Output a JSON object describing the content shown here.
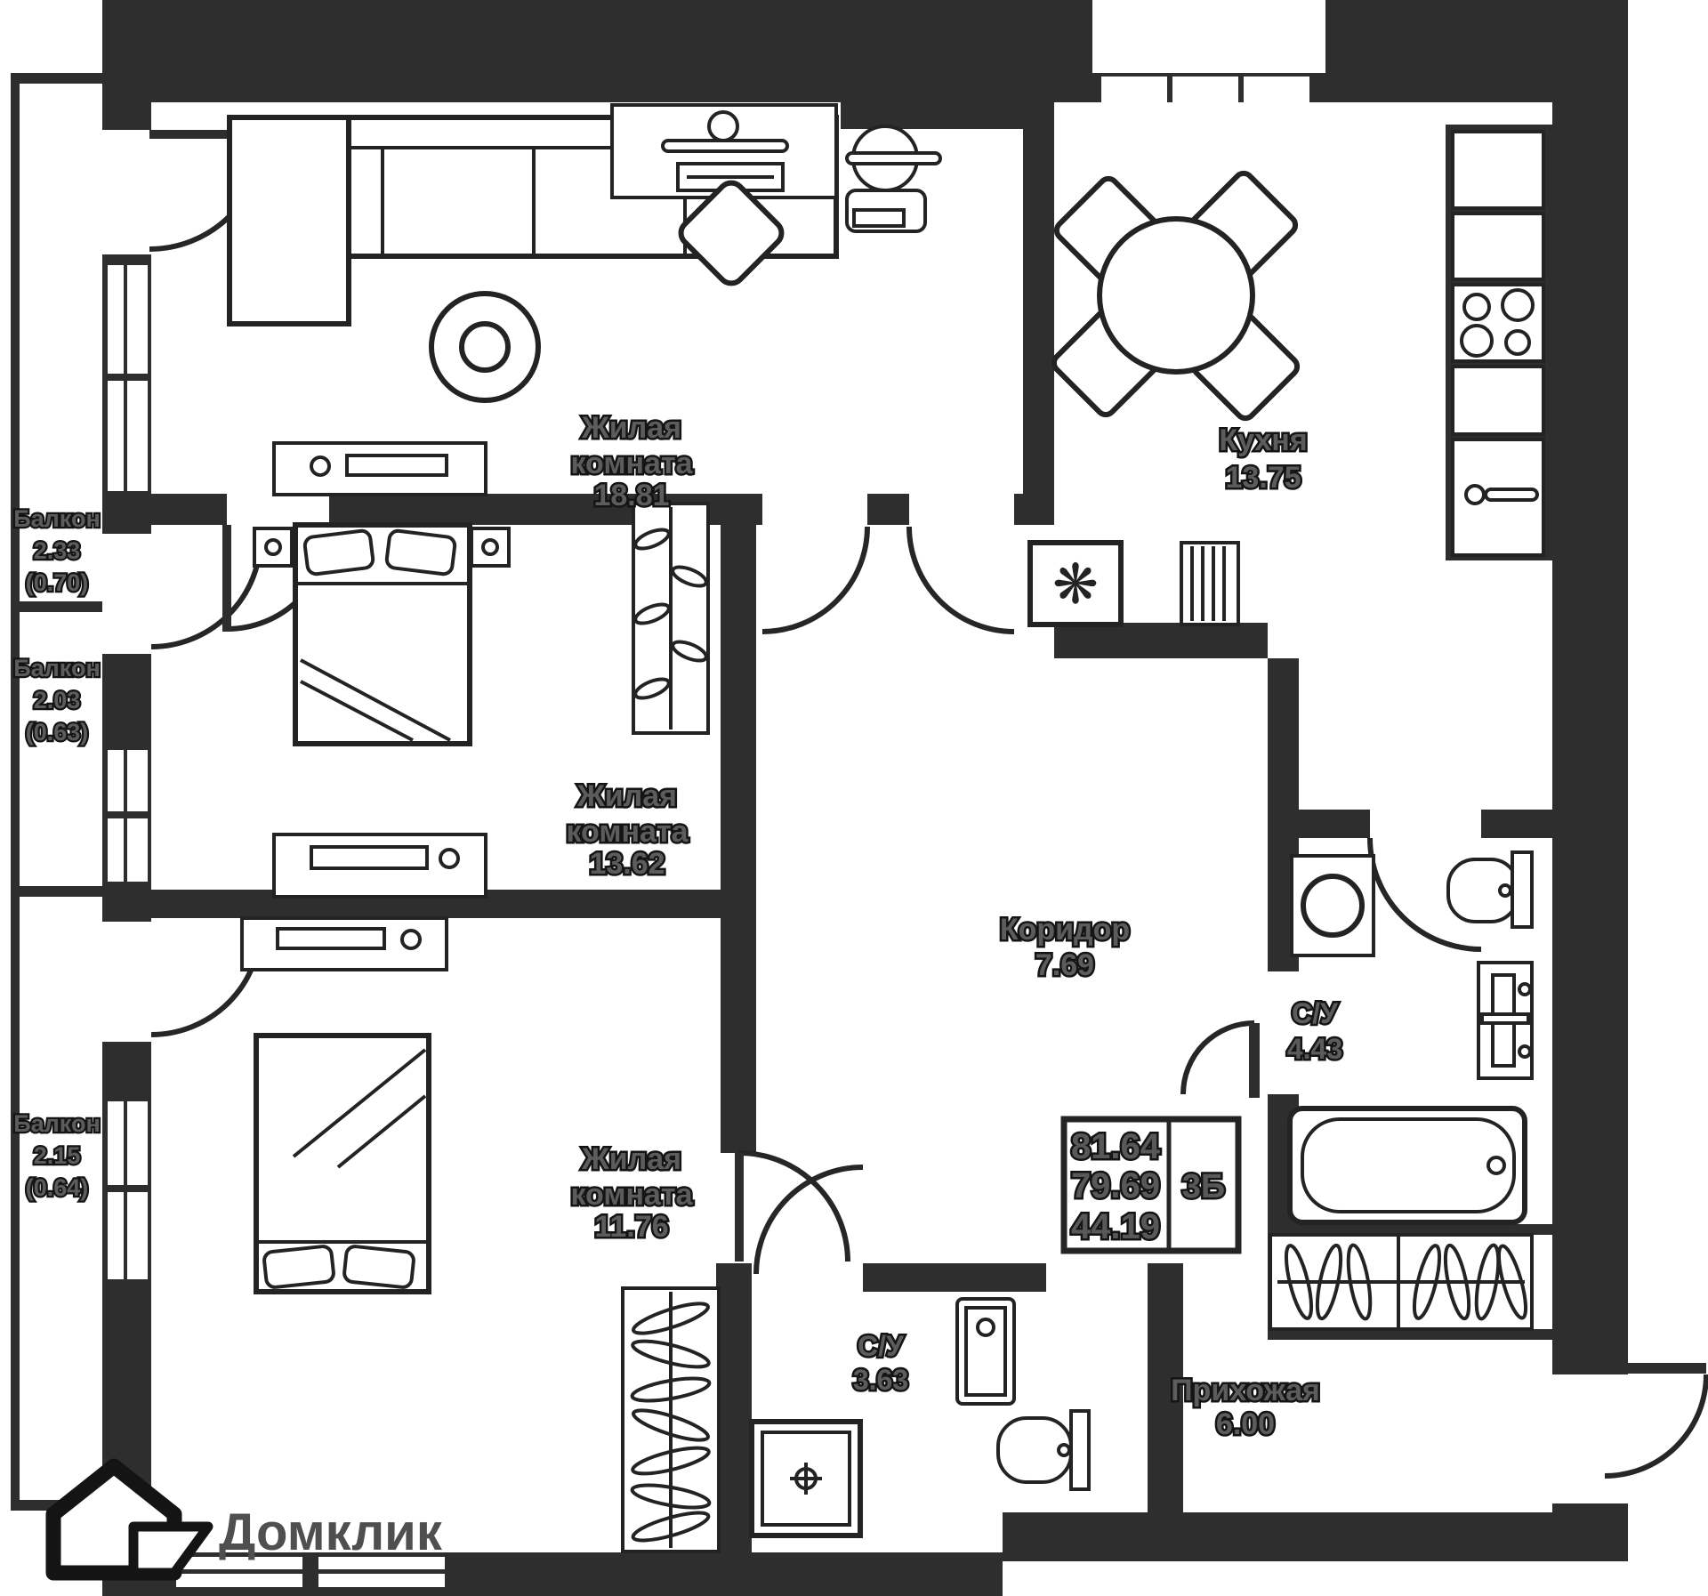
{
  "colors": {
    "wall": "#2e2e2e",
    "furniture_line": "#232323",
    "label_fill": "#5c5c5c",
    "label_halo": "#141414",
    "logo_text": "#4f4f4f",
    "background": "#ffffff"
  },
  "rooms": {
    "living": {
      "line1": "Жилая",
      "line2": "комната",
      "area": "18.81"
    },
    "kitchen": {
      "name": "Кухня",
      "area": "13.75"
    },
    "bedroom2": {
      "line1": "Жилая",
      "line2": "комната",
      "area": "13.62"
    },
    "corridor": {
      "name": "Коридор",
      "area": "7.69"
    },
    "bathroom_main": {
      "name": "С/У",
      "area": "4.43"
    },
    "bedroom3": {
      "line1": "Жилая",
      "line2": "комната",
      "area": "11.76"
    },
    "bathroom_small": {
      "name": "С/У",
      "area": "3.63"
    },
    "hallway": {
      "name": "Прихожая",
      "area": "6.00"
    }
  },
  "balconies": [
    {
      "name": "Балкон",
      "area": "2.33",
      "reduced": "(0.70)"
    },
    {
      "name": "Балкон",
      "area": "2.03",
      "reduced": "(0.63)"
    },
    {
      "name": "Балкон",
      "area": "2.15",
      "reduced": "(0.64)"
    }
  ],
  "stamp": {
    "total_area": "81.64",
    "area_no_balcony": "79.69",
    "living_area": "44.19",
    "layout_type": "3Б"
  },
  "logo": {
    "brand": "Домклик"
  },
  "icons": {
    "fridge_glyph": "❋"
  }
}
